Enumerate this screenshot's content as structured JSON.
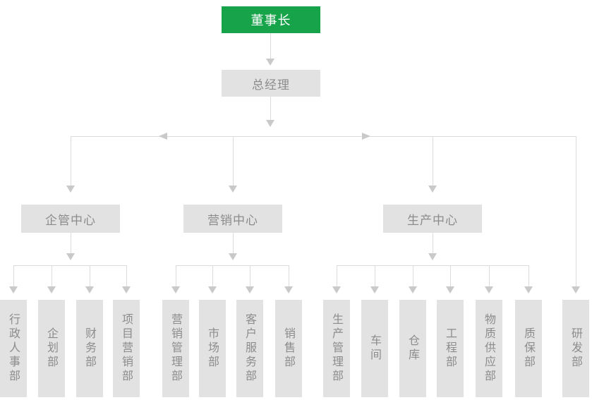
{
  "org_chart": {
    "chairman": {
      "label": "董事长"
    },
    "general_manager": {
      "label": "总经理"
    },
    "centers": [
      {
        "label": "企管中心",
        "departments": [
          "行政人事部",
          "企划部",
          "财务部",
          "项目营销部"
        ]
      },
      {
        "label": "营销中心",
        "departments": [
          "营销管理部",
          "市场部",
          "客户服务部",
          "销售部"
        ]
      },
      {
        "label": "生产中心",
        "departments": [
          "生产管理部",
          "车间",
          "仓库",
          "工程部",
          "物质供应部",
          "质保部"
        ]
      }
    ],
    "standalone_department": {
      "label": "研发部"
    },
    "colors": {
      "chairman_bg": "#17a34a",
      "chairman_text": "#ffffff",
      "node_bg": "#e2e2e2",
      "node_text": "#8c8c8c",
      "connector_line": "#dbdbdb",
      "arrow": "#c9c9c9"
    }
  }
}
